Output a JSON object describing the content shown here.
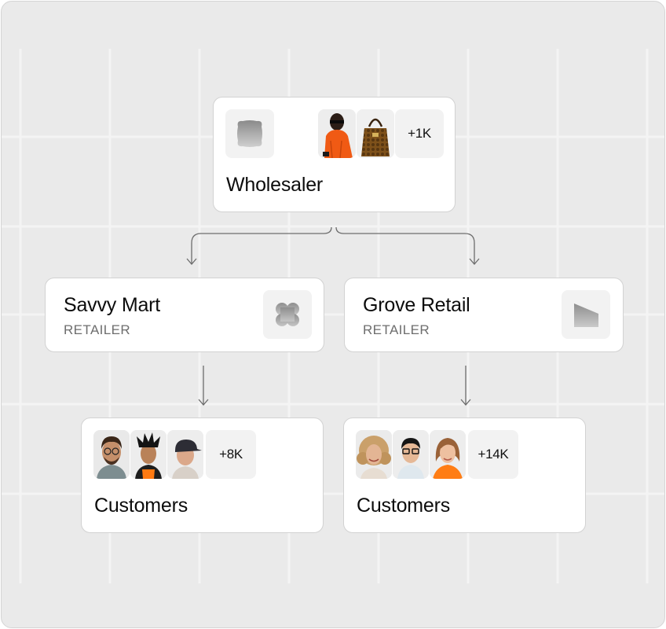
{
  "wholesaler": {
    "title": "Wholesaler",
    "count": "+1K",
    "icons": [
      "blob-icon"
    ],
    "photos": [
      "person-orange-jacket",
      "leather-handbag"
    ]
  },
  "retailers": [
    {
      "name": "Savvy Mart",
      "role": "RETAILER",
      "icon": "four-petal-icon"
    },
    {
      "name": "Grove Retail",
      "role": "RETAILER",
      "icon": "slanted-shape-icon"
    }
  ],
  "customers": [
    {
      "title": "Customers",
      "count": "+8K",
      "photos": [
        "man-curly-hair-glasses",
        "woman-spiky-hair-orange",
        "man-cap"
      ]
    },
    {
      "title": "Customers",
      "count": "+14K",
      "photos": [
        "woman-curly-blonde",
        "man-glasses-shirt",
        "woman-orange-top"
      ]
    }
  ],
  "colors": {
    "background": "#eaeaea",
    "card": "#ffffff",
    "accent": "#ff6a13"
  }
}
